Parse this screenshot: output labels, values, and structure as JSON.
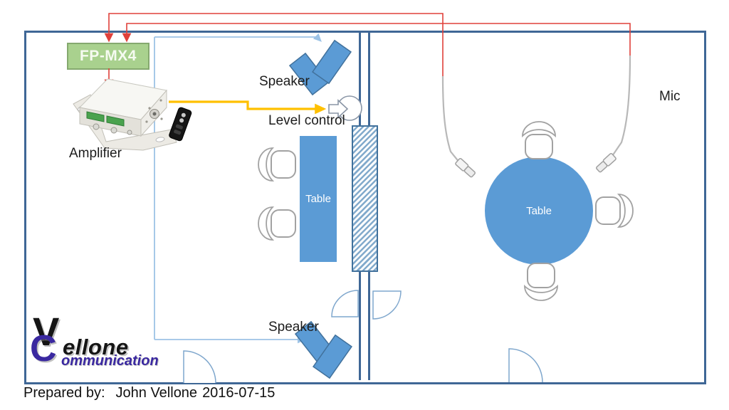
{
  "diagram": {
    "type": "av-system-floor-plan",
    "labels": {
      "fp_mx4": "FP-MX4",
      "amplifier": "Amplifier",
      "speaker_top": "Speaker",
      "speaker_bottom": "Speaker",
      "level_control": "Level control",
      "table_left": "Table",
      "table_round": "Table",
      "mic": "Mic"
    },
    "icons": {
      "amplifier_device": "white-mini-amplifier-3d",
      "remote": "remote-control",
      "speaker": "angled-speaker-pair",
      "level_control": "knob-with-arrow",
      "chair": "office-chair-top-view",
      "mic": "gooseneck-microphone",
      "door": "door-swing-arc",
      "wall_hatch": "hatched-wall-section"
    },
    "colors": {
      "wall": "#3f6796",
      "mic_wire": "#e0403a",
      "speaker_wire": "#9dc3e6",
      "level_wire": "#ffc000",
      "fp_box_fill": "#a9d18e",
      "fp_box_border": "#85a96f",
      "furniture_blue": "#5b9bd5",
      "furniture_blue_border": "#41719c",
      "logo_purple": "#3a28a0"
    }
  },
  "logo": {
    "initial_v": "V",
    "initial_c": "C",
    "word_main": "ellone",
    "word_sub": "ommunication"
  },
  "footer": {
    "prefix": "Prepared by:",
    "author": "John Vellone",
    "date": "2016-07-15"
  }
}
